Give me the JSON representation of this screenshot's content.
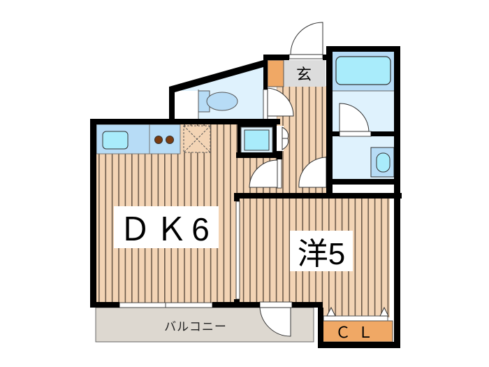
{
  "floorplan": {
    "rooms": {
      "dining_kitchen": {
        "label": "ＤＫ6",
        "type": "DK",
        "size_jo": 6
      },
      "western_room": {
        "label": "洋5",
        "type": "洋室",
        "size_jo": 5
      },
      "entrance": {
        "label": "玄"
      },
      "balcony": {
        "label": "バルコニー"
      },
      "closet": {
        "label": "ＣＬ"
      },
      "toilet": {
        "label": ""
      },
      "bathroom": {
        "label": ""
      },
      "washroom": {
        "label": ""
      }
    },
    "colors": {
      "wall": "#000000",
      "floor_wood": "#f3d4b5",
      "floor_stripe": "#6b5a4a",
      "wet_area": "#dff2fd",
      "fixture_blue": "#b7dcf6",
      "fixture_cyan": "#a9ecfb",
      "entrance_floor": "#dcdcdc",
      "shoe_box": "#f0a865",
      "closet": "#f0a865",
      "balcony": "#ddd8d0",
      "stove_burner": "#7a3b10"
    }
  }
}
